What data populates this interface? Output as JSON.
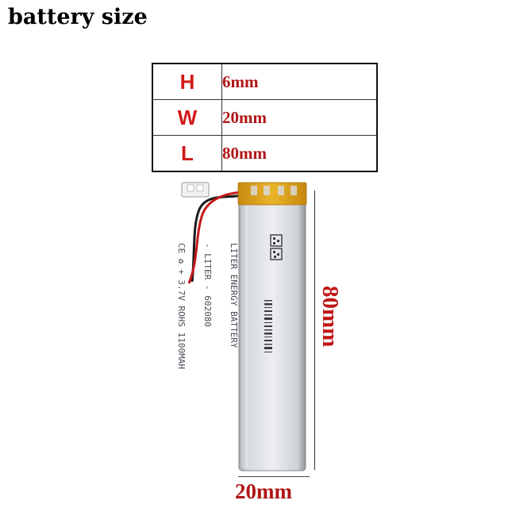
{
  "title": "battery size",
  "spec_table": [
    {
      "key": "H",
      "value": "6mm"
    },
    {
      "key": "W",
      "value": "20mm"
    },
    {
      "key": "L",
      "value": "80mm"
    }
  ],
  "battery_print": {
    "line1": "LITER ENERGY BATTERY",
    "line2": "- LITER - 602080",
    "line3": "CE ♻ + 3.7V ROHS 1100MAH"
  },
  "dimensions": {
    "length_label": "80mm",
    "width_label": "20mm"
  },
  "colors": {
    "label_red": "#c01616",
    "battery_silver": "#c9cccf",
    "kapton_tape": "#e3a51a",
    "wire_red": "#c41a1a",
    "wire_black": "#1a1a1a"
  }
}
